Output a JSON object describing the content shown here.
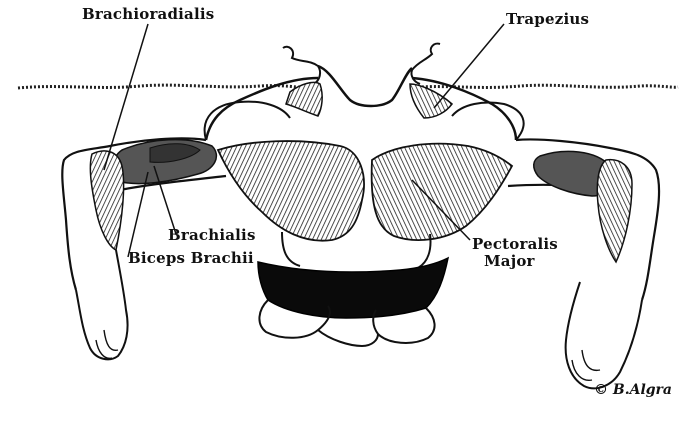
{
  "labels": {
    "brachioradialis": "Brachioradialis",
    "trapezius": "Trapezius",
    "brachialis": "Brachialis",
    "biceps_brachii": "Biceps Brachii",
    "pectoralis_line1": "Pectoralis",
    "pectoralis_line2": "Major"
  },
  "signature": "© B.Algra",
  "colors": {
    "ink": "#111111",
    "paper": "#ffffff",
    "muscle_fill": "#555555",
    "suit": "#0a0a0a"
  }
}
